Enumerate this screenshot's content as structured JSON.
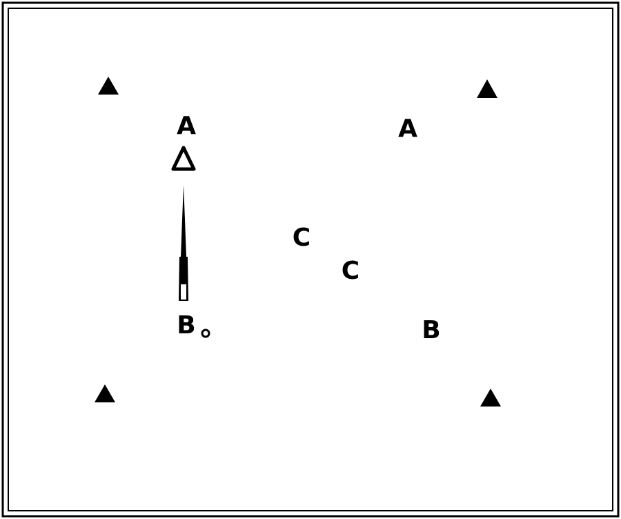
{
  "labels": {
    "a_left": "A",
    "a_right": "A",
    "b_left": "B",
    "b_right": "B",
    "c_upper": "C",
    "c_lower": "C"
  },
  "colors": {
    "ink": "#000000",
    "paper": "#ffffff"
  },
  "icons": {
    "corner_marker": "filled-triangle-icon",
    "open_marker": "outlined-triangle-icon",
    "needle": "vertical-needle-icon",
    "dot": "small-circle-icon"
  }
}
